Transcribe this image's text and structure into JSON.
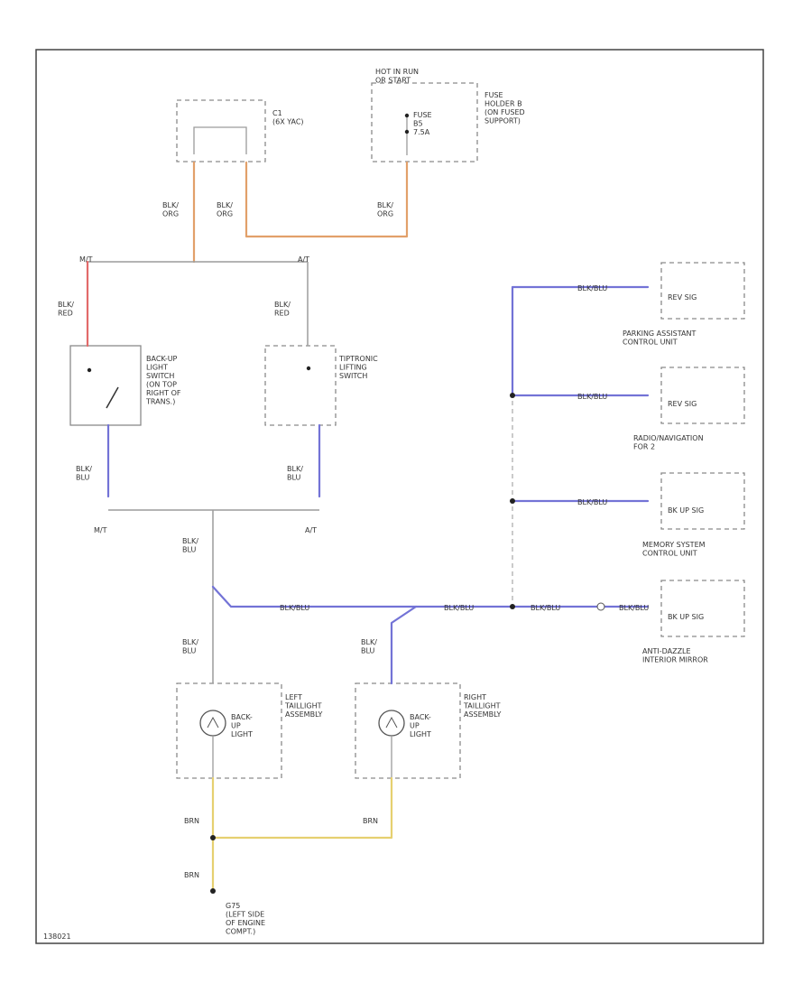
{
  "colors": {
    "gray": "#9c9c9c",
    "orange": "#e2a06a",
    "red": "#e26a6a",
    "blue": "#7373d6",
    "yellow": "#e6d070",
    "frame": "#444444"
  },
  "labels": {
    "hot_in_run": "HOT IN RUN\nOR START",
    "fuse_holder": "FUSE\nHOLDER B\n(ON FUSED\nSUPPORT)",
    "fuse": "FUSE\nB5\n7.5A",
    "c_connector": "C1\n(6X YAC)",
    "blk_org_1": "BLK/\nORG",
    "blk_org_2": "BLK/\nORG",
    "blk_org_3": "BLK/\nORG",
    "mt_top": "M/T",
    "at_top": "A/T",
    "blk_red_1": "BLK/\nRED",
    "blk_red_2": "BLK/\nRED",
    "backup_switch": "BACK-UP\nLIGHT\nSWITCH\n(ON TOP\nRIGHT OF\nTRANS.)",
    "tiptronic_switch": "TIPTRONIC\nLIFTING\nSWITCH",
    "blk_blu_1": "BLK/\nBLU",
    "blk_blu_2": "BLK/\nBLU",
    "mt_bottom": "M/T",
    "at_bottom": "A/T",
    "blk_blu_3": "BLK/\nBLU",
    "blk_blu_4": "BLK/\nBLU",
    "blk_blu_5": "BLK/\nBLU",
    "wire_blk_blu_a": "BLK/BLU",
    "wire_blk_blu_b": "BLK/BLU",
    "wire_blk_blu_c": "BLK/BLU",
    "wire_blk_blu_d": "BLK/BLU",
    "wire_blk_blu_e": "BLK/BLU",
    "wire_blk_blu_f": "BLK/BLU",
    "wire_blk_blu_g": "BLK/BLU",
    "rev_sig_1": "REV SIG",
    "rev_sig_2": "REV SIG",
    "bk_up_sig_1": "BK UP SIG",
    "bk_up_sig_2": "BK UP SIG",
    "parking_assist": "PARKING ASSISTANT\nCONTROL UNIT",
    "radio_nav": "RADIO/NAVIGATION\nFOR 2",
    "memory_system": "MEMORY SYSTEM\nCONTROL UNIT",
    "anti_dazzle": "ANTI-DAZZLE\nINTERIOR MIRROR",
    "left_taillight": "LEFT\nTAILLIGHT\nASSEMBLY",
    "right_taillight": "RIGHT\nTAILLIGHT\nASSEMBLY",
    "backup_light_left": "BACK-\nUP\nLIGHT",
    "backup_light_right": "BACK-\nUP\nLIGHT",
    "brn_1": "BRN",
    "brn_2": "BRN",
    "brn_3": "BRN",
    "ground": "G75\n(LEFT SIDE\nOF ENGINE\nCOMPT.)",
    "figure_code": "138021"
  }
}
